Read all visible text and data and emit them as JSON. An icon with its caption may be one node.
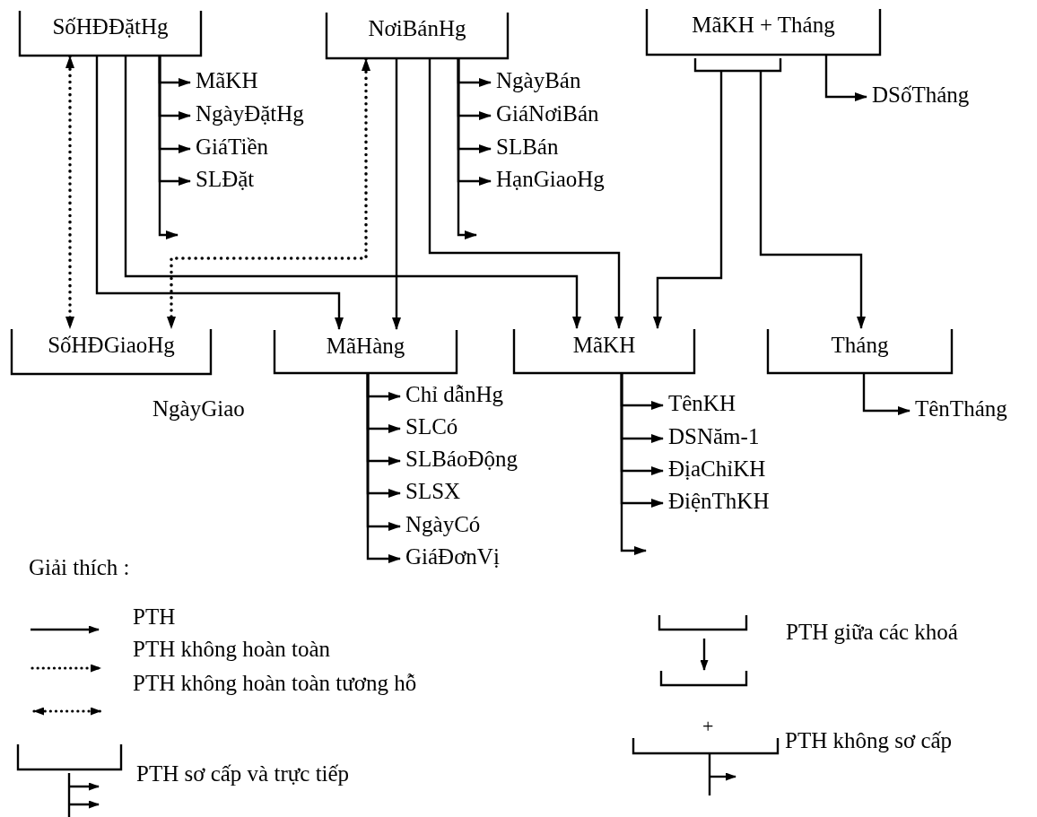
{
  "diagram": {
    "nodes": [
      {
        "text": [
          "SốHĐĐặtHg"
        ]
      },
      {
        "text": [
          "NơiBánHg"
        ]
      },
      {
        "text": [
          "MãKH + Tháng"
        ]
      },
      {
        "text": [
          "MãKH"
        ]
      },
      {
        "text": [
          "NgàyĐặtHg"
        ]
      },
      {
        "text": [
          "GiáTiền"
        ]
      },
      {
        "text": [
          "SLĐặt"
        ]
      },
      {
        "text": [
          "NgàyBán"
        ]
      },
      {
        "text": [
          "GiáNơiBán"
        ]
      },
      {
        "text": [
          "SLBán"
        ]
      },
      {
        "text": [
          "HạnGiaoHg"
        ]
      },
      {
        "text": [
          "DSốTháng"
        ]
      },
      {
        "text": [
          "SốHĐGiaoHg"
        ],
        "beside": [
          "NgàyGiao"
        ]
      },
      {
        "text": [
          "MãHàng"
        ]
      },
      {
        "text": [
          "MãKH"
        ]
      },
      {
        "text": [
          "Tháng"
        ]
      },
      {
        "text": [
          "Chỉ dẫnHg"
        ]
      },
      {
        "text": [
          "SLCó"
        ]
      },
      {
        "text": [
          "SLBáoĐộng"
        ]
      },
      {
        "text": [
          "SLSX"
        ]
      },
      {
        "text": [
          "NgàyCó"
        ]
      },
      {
        "text": [
          "GiáĐơnVị"
        ]
      },
      {
        "text": [
          "TênKH"
        ]
      },
      {
        "text": [
          "DSNăm-1"
        ]
      },
      {
        "text": [
          "ĐịaChỉKH"
        ]
      },
      {
        "text": [
          "ĐiệnThKH"
        ]
      },
      {
        "text": [
          "TênTháng"
        ]
      }
    ],
    "edges": [
      {
        "from": 0,
        "to": 3,
        "arrow": "to"
      },
      {
        "from": 0,
        "to": 4,
        "arrow": "to"
      },
      {
        "from": 0,
        "to": 5,
        "arrow": "to"
      },
      {
        "from": 0,
        "to": 6,
        "arrow": "to"
      },
      {
        "from": 0,
        "to": null,
        "arrow": "to"
      },
      {
        "from": 1,
        "to": 7,
        "arrow": "to"
      },
      {
        "from": 1,
        "to": 8,
        "arrow": "to"
      },
      {
        "from": 1,
        "to": 9,
        "arrow": "to"
      },
      {
        "from": 1,
        "to": 10,
        "arrow": "to"
      },
      {
        "from": 1,
        "to": null,
        "arrow": "to"
      },
      {
        "from": 2,
        "to": 11,
        "arrow": "to"
      },
      {
        "from": 0,
        "to": 12,
        "arrow": "both",
        "style": "dashed"
      },
      {
        "from": 1,
        "to": 12,
        "arrow": "both",
        "style": "dashed"
      },
      {
        "from": 0,
        "to": 13,
        "arrow": "to"
      },
      {
        "from": 0,
        "to": 14,
        "arrow": "to"
      },
      {
        "from": 1,
        "to": 13,
        "arrow": "to"
      },
      {
        "from": 1,
        "to": 14,
        "arrow": "to"
      },
      {
        "from": 2,
        "to": 14,
        "arrow": "to"
      },
      {
        "from": 2,
        "to": 15,
        "arrow": "to"
      },
      {
        "from": 13,
        "to": 16,
        "arrow": "to"
      },
      {
        "from": 13,
        "to": 17,
        "arrow": "to"
      },
      {
        "from": 13,
        "to": 18,
        "arrow": "to"
      },
      {
        "from": 13,
        "to": 19,
        "arrow": "to"
      },
      {
        "from": 13,
        "to": 20,
        "arrow": "to"
      },
      {
        "from": 13,
        "to": 21,
        "arrow": "to"
      },
      {
        "from": 14,
        "to": 22,
        "arrow": "to"
      },
      {
        "from": 14,
        "to": 23,
        "arrow": "to"
      },
      {
        "from": 14,
        "to": 24,
        "arrow": "to"
      },
      {
        "from": 14,
        "to": 25,
        "arrow": "to"
      },
      {
        "from": 14,
        "to": null,
        "arrow": "to"
      },
      {
        "from": 15,
        "to": 26,
        "arrow": "to"
      }
    ],
    "labels": [
      "Giải thích :",
      "+"
    ],
    "legend": [
      {
        "text": "PTH"
      },
      {
        "text": "PTH không hoàn toàn"
      },
      {
        "text": "PTH không hoàn toàn tương hỗ"
      },
      {
        "text": "PTH sơ cấp và trực tiếp"
      },
      {
        "text": "PTH giữa các khoá"
      },
      {
        "text": "PTH không sơ cấp"
      }
    ]
  }
}
